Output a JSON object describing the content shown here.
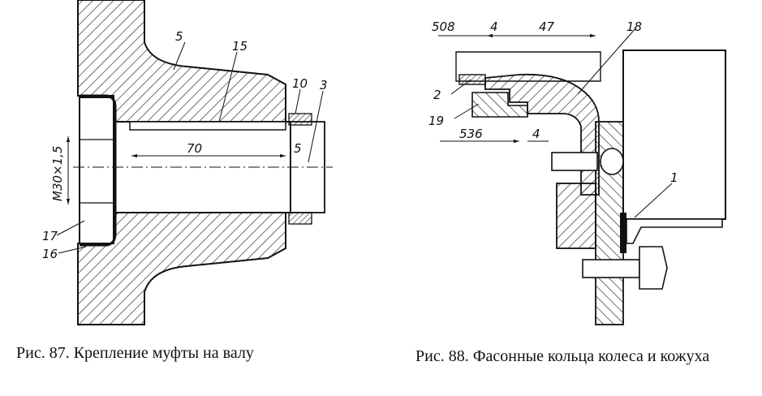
{
  "figures": [
    {
      "caption": "Рис. 87. Крепление муфты на валу",
      "labels": {
        "part_5": "5",
        "part_15": "15",
        "part_10": "10",
        "part_3": "3",
        "dim_5": "5",
        "dim_70": "70",
        "thread": "M30×1,5",
        "part_17": "17",
        "part_16": "16"
      }
    },
    {
      "caption": "Рис. 88. Фасонные кольца колеса и кожуха",
      "labels": {
        "dim_508": "508",
        "dim_4_top": "4",
        "dim_47": "47",
        "part_18": "18",
        "part_2": "2",
        "part_19": "19",
        "dim_536": "536",
        "dim_4_bottom": "4",
        "part_1": "1"
      }
    }
  ]
}
